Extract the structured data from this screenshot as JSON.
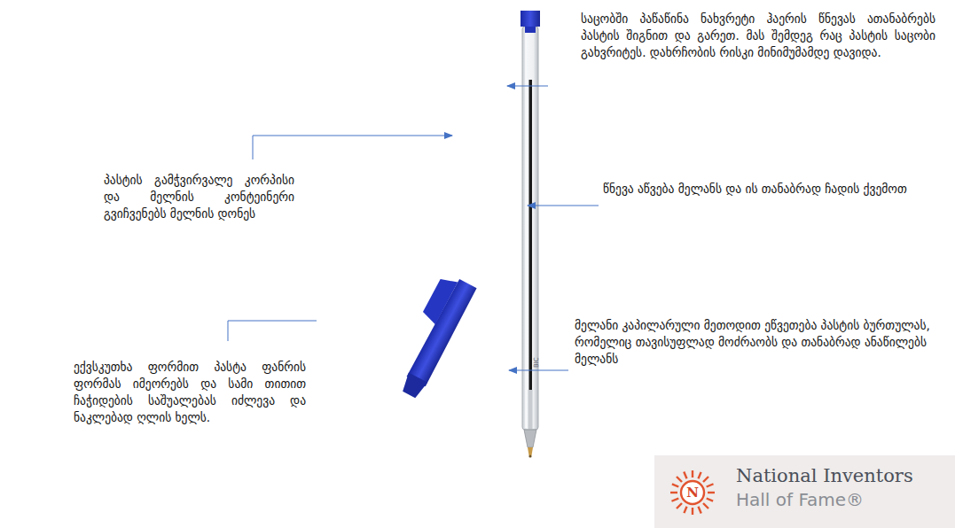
{
  "diagram": {
    "labels": [
      "საცობში პაწაწინა ნახვრეტი ჰაერის წნევას ათანაბრებს პასტის შიგნით და გარეთ. მას შემდეგ რაც პასტის საცობი გახვრიტეს. დახრჩობის რისკი მინიმუმამდე დავიდა.",
      "პასტის გამჭვირვალე კორპისი და მელნის კონტეინერი გვიჩვენებს მელნის დონეს",
      "წნევა აწვება მელანს და ის თანაბრად ჩადის ქვემოთ",
      "მელანი კაპილარული მეთოდით ეწვეთება პასტის ბურთულას, რომელიც თავისუფლად მოძრაობს და თანაბრად ანაწილებს მელანს",
      "ექვსკუთხა ფორმით პასტა ფანრის ფორმას იმეორებს და სამი თითით ჩაჭიდების საშუალებას იძლევა და ნაკლებად ღლის ხელს.",
      "BIC",
      "N",
      "National Inventors",
      "Hall of Fame®"
    ]
  }
}
